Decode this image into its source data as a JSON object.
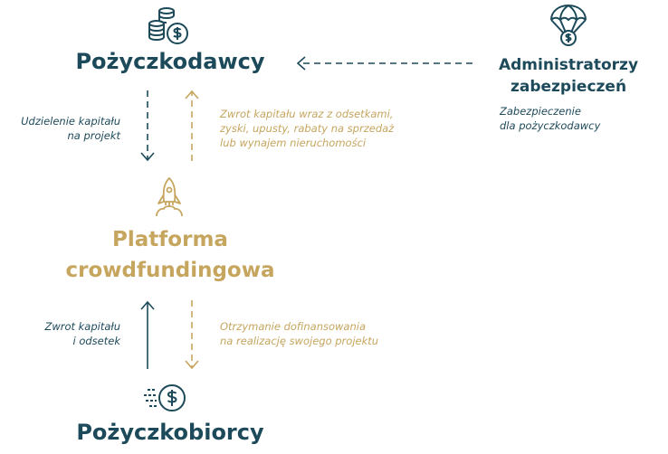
{
  "lenders": {
    "title": "Pożyczkodawcy",
    "icon": "coins-dollar-icon"
  },
  "insurers": {
    "title_line1": "Administratorzy",
    "title_line2": "zabezpieczeń",
    "icon": "parachute-dollar-icon"
  },
  "platform": {
    "title_line1": "Platforma",
    "title_line2": "crowdfundingowa",
    "icon": "rocket-icon"
  },
  "borrowers": {
    "title": "Pożyczkobiorcy",
    "icon": "speeding-dollar-icon"
  },
  "edges": {
    "lenders_to_platform": {
      "line1": "Udzielenie kapitału",
      "line2": "na projekt"
    },
    "platform_to_lenders": {
      "line1": "Zwrot kapitału wraz z odsetkami,",
      "line2": "zyski, upusty, rabaty na sprzedaż",
      "line3": "lub wynajem nieruchomości"
    },
    "insurers_to_lenders": {
      "line1": "Zabezpieczenie",
      "line2": "dla pożyczkodawcy"
    },
    "borrowers_to_platform": {
      "line1": "Zwrot kapitału",
      "line2": "i odsetek"
    },
    "platform_to_borrowers": {
      "line1": "Otrzymanie dofinansowania",
      "line2": "na realizację swojego projektu"
    }
  },
  "colors": {
    "teal": "#1d4a5a",
    "gold": "#c6a55e"
  }
}
